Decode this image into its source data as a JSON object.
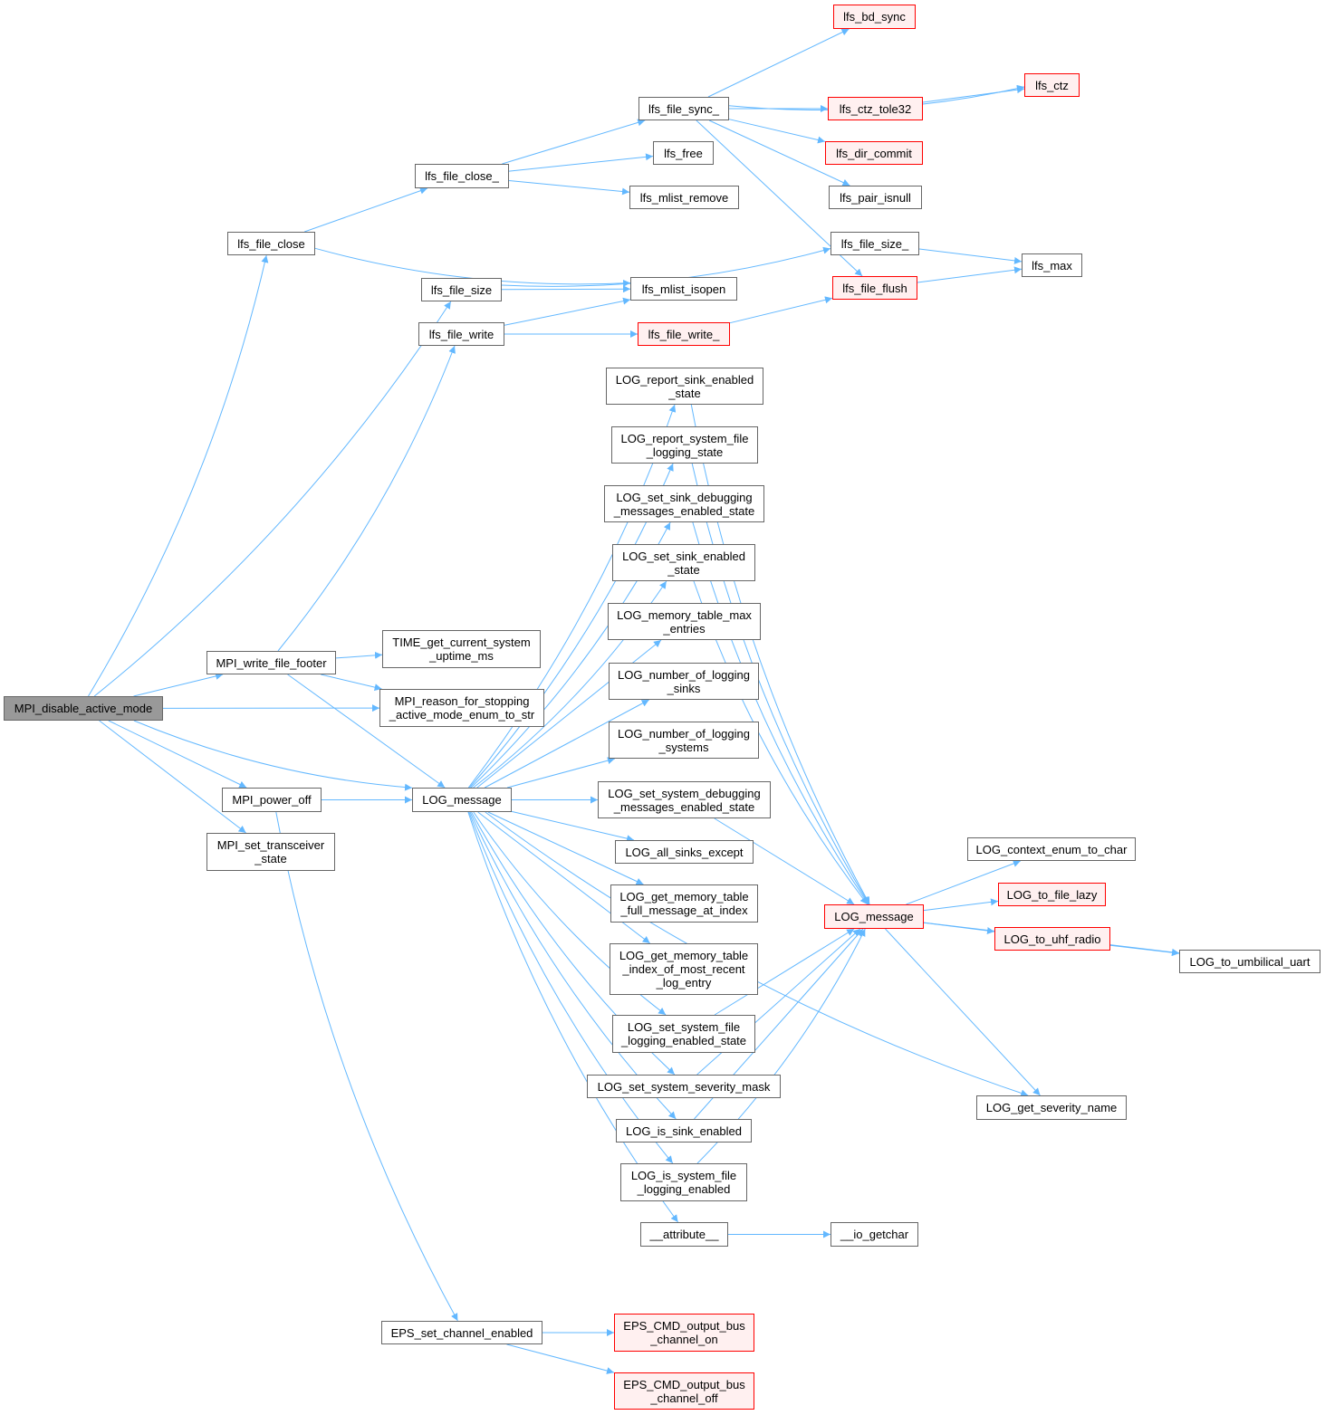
{
  "graph": {
    "title": "Call graph for MPI_disable_active_mode",
    "colors": {
      "edge": "#63b8ff",
      "node_border": "#666666",
      "red_border": "#ff0000",
      "red_fill": "#fff0f0",
      "root_fill": "#999999"
    },
    "nodes": {
      "mpi_disable_active_mode": {
        "label": "MPI_disable_active_mode",
        "kind": "root"
      },
      "lfs_file_close": {
        "label": "lfs_file_close",
        "kind": "normal"
      },
      "lfs_file_close_": {
        "label": "lfs_file_close_",
        "kind": "normal"
      },
      "lfs_file_sync_": {
        "label": "lfs_file_sync_",
        "kind": "normal"
      },
      "lfs_bd_sync": {
        "label": "lfs_bd_sync",
        "kind": "red"
      },
      "lfs_ctz": {
        "label": "lfs_ctz",
        "kind": "red"
      },
      "lfs_ctz_tole32": {
        "label": "lfs_ctz_tole32",
        "kind": "red"
      },
      "lfs_dir_commit": {
        "label": "lfs_dir_commit",
        "kind": "red"
      },
      "lfs_pair_isnull": {
        "label": "lfs_pair_isnull",
        "kind": "normal"
      },
      "lfs_free": {
        "label": "lfs_free",
        "kind": "normal"
      },
      "lfs_mlist_remove": {
        "label": "lfs_mlist_remove",
        "kind": "normal"
      },
      "lfs_file_size_": {
        "label": "lfs_file_size_",
        "kind": "normal"
      },
      "lfs_max": {
        "label": "lfs_max",
        "kind": "normal"
      },
      "lfs_file_flush": {
        "label": "lfs_file_flush",
        "kind": "red"
      },
      "lfs_file_size": {
        "label": "lfs_file_size",
        "kind": "normal"
      },
      "lfs_mlist_isopen": {
        "label": "lfs_mlist_isopen",
        "kind": "normal"
      },
      "lfs_file_write": {
        "label": "lfs_file_write",
        "kind": "normal"
      },
      "lfs_file_write_": {
        "label": "lfs_file_write_",
        "kind": "red"
      },
      "mpi_write_file_footer": {
        "label": "MPI_write_file_footer",
        "kind": "normal"
      },
      "time_get_uptime": {
        "label": "TIME_get_current_system\n_uptime_ms",
        "kind": "normal"
      },
      "mpi_reason_enum": {
        "label": "MPI_reason_for_stopping\n_active_mode_enum_to_str",
        "kind": "normal"
      },
      "mpi_power_off": {
        "label": "MPI_power_off",
        "kind": "normal"
      },
      "mpi_set_transceiver_state": {
        "label": "MPI_set_transceiver\n_state",
        "kind": "normal"
      },
      "log_message_a": {
        "label": "LOG_message",
        "kind": "normal"
      },
      "log_report_sink_enabled_state": {
        "label": "LOG_report_sink_enabled\n_state",
        "kind": "normal"
      },
      "log_report_system_file_logging_state": {
        "label": "LOG_report_system_file\n_logging_state",
        "kind": "normal"
      },
      "log_set_sink_debugging": {
        "label": "LOG_set_sink_debugging\n_messages_enabled_state",
        "kind": "normal"
      },
      "log_set_sink_enabled_state": {
        "label": "LOG_set_sink_enabled\n_state",
        "kind": "normal"
      },
      "log_memory_table_max_entries": {
        "label": "LOG_memory_table_max\n_entries",
        "kind": "normal"
      },
      "log_number_of_logging_sinks": {
        "label": "LOG_number_of_logging\n_sinks",
        "kind": "normal"
      },
      "log_number_of_logging_systems": {
        "label": "LOG_number_of_logging\n_systems",
        "kind": "normal"
      },
      "log_set_system_debugging": {
        "label": "LOG_set_system_debugging\n_messages_enabled_state",
        "kind": "normal"
      },
      "log_all_sinks_except": {
        "label": "LOG_all_sinks_except",
        "kind": "normal"
      },
      "log_get_mem_full_msg": {
        "label": "LOG_get_memory_table\n_full_message_at_index",
        "kind": "normal"
      },
      "log_get_mem_index_recent": {
        "label": "LOG_get_memory_table\n_index_of_most_recent\n_log_entry",
        "kind": "normal"
      },
      "log_set_system_file_logging": {
        "label": "LOG_set_system_file\n_logging_enabled_state",
        "kind": "normal"
      },
      "log_set_system_severity_mask": {
        "label": "LOG_set_system_severity_mask",
        "kind": "normal"
      },
      "log_is_sink_enabled": {
        "label": "LOG_is_sink_enabled",
        "kind": "normal"
      },
      "log_is_system_file_logging_enabled": {
        "label": "LOG_is_system_file\n_logging_enabled",
        "kind": "normal"
      },
      "attribute": {
        "label": "__attribute__",
        "kind": "normal"
      },
      "io_getchar": {
        "label": "__io_getchar",
        "kind": "normal"
      },
      "log_message_b": {
        "label": "LOG_message",
        "kind": "red"
      },
      "log_context_enum_to_char": {
        "label": "LOG_context_enum_to_char",
        "kind": "normal"
      },
      "log_to_file_lazy": {
        "label": "LOG_to_file_lazy",
        "kind": "red"
      },
      "log_to_uhf_radio": {
        "label": "LOG_to_uhf_radio",
        "kind": "red"
      },
      "log_to_umbilical_uart": {
        "label": "LOG_to_umbilical_uart",
        "kind": "normal"
      },
      "log_get_severity_name": {
        "label": "LOG_get_severity_name",
        "kind": "normal"
      },
      "eps_set_channel_enabled": {
        "label": "EPS_set_channel_enabled",
        "kind": "normal"
      },
      "eps_cmd_on": {
        "label": "EPS_CMD_output_bus\n_channel_on",
        "kind": "red"
      },
      "eps_cmd_off": {
        "label": "EPS_CMD_output_bus\n_channel_off",
        "kind": "red"
      }
    },
    "edges": [
      [
        "mpi_disable_active_mode",
        "lfs_file_close"
      ],
      [
        "mpi_disable_active_mode",
        "lfs_file_size"
      ],
      [
        "mpi_disable_active_mode",
        "mpi_write_file_footer"
      ],
      [
        "mpi_disable_active_mode",
        "mpi_reason_enum"
      ],
      [
        "mpi_disable_active_mode",
        "log_message_a"
      ],
      [
        "mpi_disable_active_mode",
        "mpi_power_off"
      ],
      [
        "mpi_disable_active_mode",
        "mpi_set_transceiver_state"
      ],
      [
        "lfs_file_close",
        "lfs_file_close_"
      ],
      [
        "lfs_file_close",
        "lfs_mlist_isopen"
      ],
      [
        "lfs_file_close_",
        "lfs_file_sync_"
      ],
      [
        "lfs_file_close_",
        "lfs_free"
      ],
      [
        "lfs_file_close_",
        "lfs_mlist_remove"
      ],
      [
        "lfs_file_sync_",
        "lfs_bd_sync"
      ],
      [
        "lfs_file_sync_",
        "lfs_ctz"
      ],
      [
        "lfs_file_sync_",
        "lfs_ctz_tole32"
      ],
      [
        "lfs_file_sync_",
        "lfs_dir_commit"
      ],
      [
        "lfs_file_sync_",
        "lfs_pair_isnull"
      ],
      [
        "lfs_file_sync_",
        "lfs_file_flush"
      ],
      [
        "lfs_ctz_tole32",
        "lfs_ctz"
      ],
      [
        "lfs_file_size",
        "lfs_file_size_"
      ],
      [
        "lfs_file_size",
        "lfs_mlist_isopen"
      ],
      [
        "lfs_file_size_",
        "lfs_max"
      ],
      [
        "lfs_file_flush",
        "lfs_max"
      ],
      [
        "lfs_file_write",
        "lfs_mlist_isopen"
      ],
      [
        "lfs_file_write",
        "lfs_file_write_"
      ],
      [
        "lfs_file_write_",
        "lfs_file_flush"
      ],
      [
        "mpi_write_file_footer",
        "lfs_file_write"
      ],
      [
        "mpi_write_file_footer",
        "time_get_uptime"
      ],
      [
        "mpi_write_file_footer",
        "mpi_reason_enum"
      ],
      [
        "mpi_write_file_footer",
        "log_message_a"
      ],
      [
        "mpi_power_off",
        "log_message_a"
      ],
      [
        "mpi_power_off",
        "eps_set_channel_enabled"
      ],
      [
        "log_message_a",
        "log_report_sink_enabled_state"
      ],
      [
        "log_message_a",
        "log_report_system_file_logging_state"
      ],
      [
        "log_message_a",
        "log_set_sink_debugging"
      ],
      [
        "log_message_a",
        "log_set_sink_enabled_state"
      ],
      [
        "log_message_a",
        "log_memory_table_max_entries"
      ],
      [
        "log_message_a",
        "log_number_of_logging_sinks"
      ],
      [
        "log_message_a",
        "log_number_of_logging_systems"
      ],
      [
        "log_message_a",
        "log_set_system_debugging"
      ],
      [
        "log_message_a",
        "log_all_sinks_except"
      ],
      [
        "log_message_a",
        "log_get_mem_full_msg"
      ],
      [
        "log_message_a",
        "log_get_mem_index_recent"
      ],
      [
        "log_message_a",
        "log_set_system_file_logging"
      ],
      [
        "log_message_a",
        "log_set_system_severity_mask"
      ],
      [
        "log_message_a",
        "log_is_sink_enabled"
      ],
      [
        "log_message_a",
        "log_is_system_file_logging_enabled"
      ],
      [
        "log_message_a",
        "attribute"
      ],
      [
        "log_message_a",
        "log_get_severity_name"
      ],
      [
        "attribute",
        "io_getchar"
      ],
      [
        "log_report_sink_enabled_state",
        "log_message_b"
      ],
      [
        "log_report_system_file_logging_state",
        "log_message_b"
      ],
      [
        "log_set_sink_debugging",
        "log_message_b"
      ],
      [
        "log_set_sink_enabled_state",
        "log_message_b"
      ],
      [
        "log_set_system_debugging",
        "log_message_b"
      ],
      [
        "log_set_system_file_logging",
        "log_message_b"
      ],
      [
        "log_set_system_severity_mask",
        "log_message_b"
      ],
      [
        "log_is_sink_enabled",
        "log_message_b"
      ],
      [
        "log_is_system_file_logging_enabled",
        "log_message_b"
      ],
      [
        "log_message_b",
        "log_context_enum_to_char"
      ],
      [
        "log_message_b",
        "log_to_file_lazy"
      ],
      [
        "log_message_b",
        "log_to_uhf_radio"
      ],
      [
        "log_message_b",
        "log_to_umbilical_uart"
      ],
      [
        "log_message_b",
        "log_get_severity_name"
      ],
      [
        "log_to_uhf_radio",
        "log_to_umbilical_uart"
      ],
      [
        "eps_set_channel_enabled",
        "eps_cmd_on"
      ],
      [
        "eps_set_channel_enabled",
        "eps_cmd_off"
      ]
    ]
  }
}
